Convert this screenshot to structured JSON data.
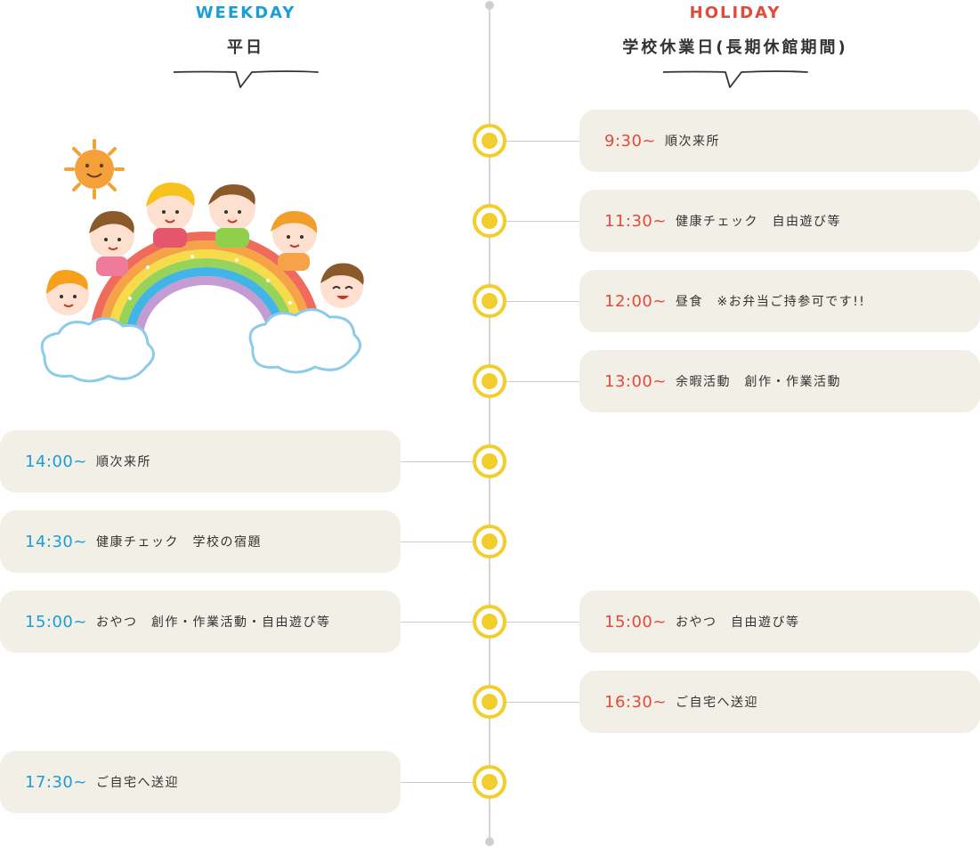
{
  "weekday": {
    "heading_en": "WEEKDAY",
    "heading_jp": "平日",
    "accent_color": "#1a9ed8",
    "items": [
      {
        "time": "14:00~",
        "text": "順次来所"
      },
      {
        "time": "14:30~",
        "text": "健康チェック　学校の宿題"
      },
      {
        "time": "15:00~",
        "text": "おやつ　創作・作業活動・自由遊び等"
      },
      {
        "time": "17:30~",
        "text": "ご自宅へ送迎"
      }
    ]
  },
  "holiday": {
    "heading_en": "HOLIDAY",
    "heading_jp": "学校休業日(長期休館期間)",
    "accent_color": "#e24a3b",
    "items": [
      {
        "time": "9:30~",
        "text": "順次来所"
      },
      {
        "time": "11:30~",
        "text": "健康チェック　自由遊び等"
      },
      {
        "time": "12:00~",
        "text": "昼食　※お弁当ご持参可です!!"
      },
      {
        "time": "13:00~",
        "text": "余暇活動　創作・作業活動"
      },
      {
        "time": "15:00~",
        "text": "おやつ　自由遊び等"
      },
      {
        "time": "16:30~",
        "text": "ご自宅へ送迎"
      }
    ]
  },
  "colors": {
    "card_background": "#f2efe7",
    "node_yellow": "#f2cd2b",
    "line_gray": "#d6d6d6"
  },
  "illustration": {
    "icon": "children-on-rainbow-illustration"
  }
}
